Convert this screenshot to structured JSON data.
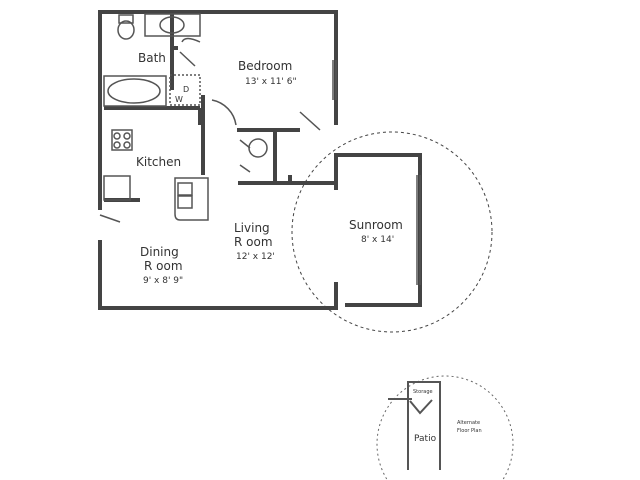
{
  "rooms": {
    "bath": {
      "name": "Bath"
    },
    "bedroom": {
      "name": "Bedroom",
      "size": "13' x 11' 6\""
    },
    "kitchen": {
      "name": "Kitchen"
    },
    "living": {
      "name_line1": "Living",
      "name_line2": "R oom",
      "size": "12' x 12'"
    },
    "dining": {
      "name_line1": "Dining",
      "name_line2": "R oom",
      "size": "9' x 8' 9\""
    },
    "sunroom": {
      "name": "Sunroom",
      "size": "8' x 14'"
    }
  },
  "appliances": {
    "dryer": "D",
    "washer": "W"
  },
  "alternate": {
    "storage": "Storage",
    "patio": "Patio",
    "note_line1": "Alternate",
    "note_line2": "Floor Plan"
  }
}
